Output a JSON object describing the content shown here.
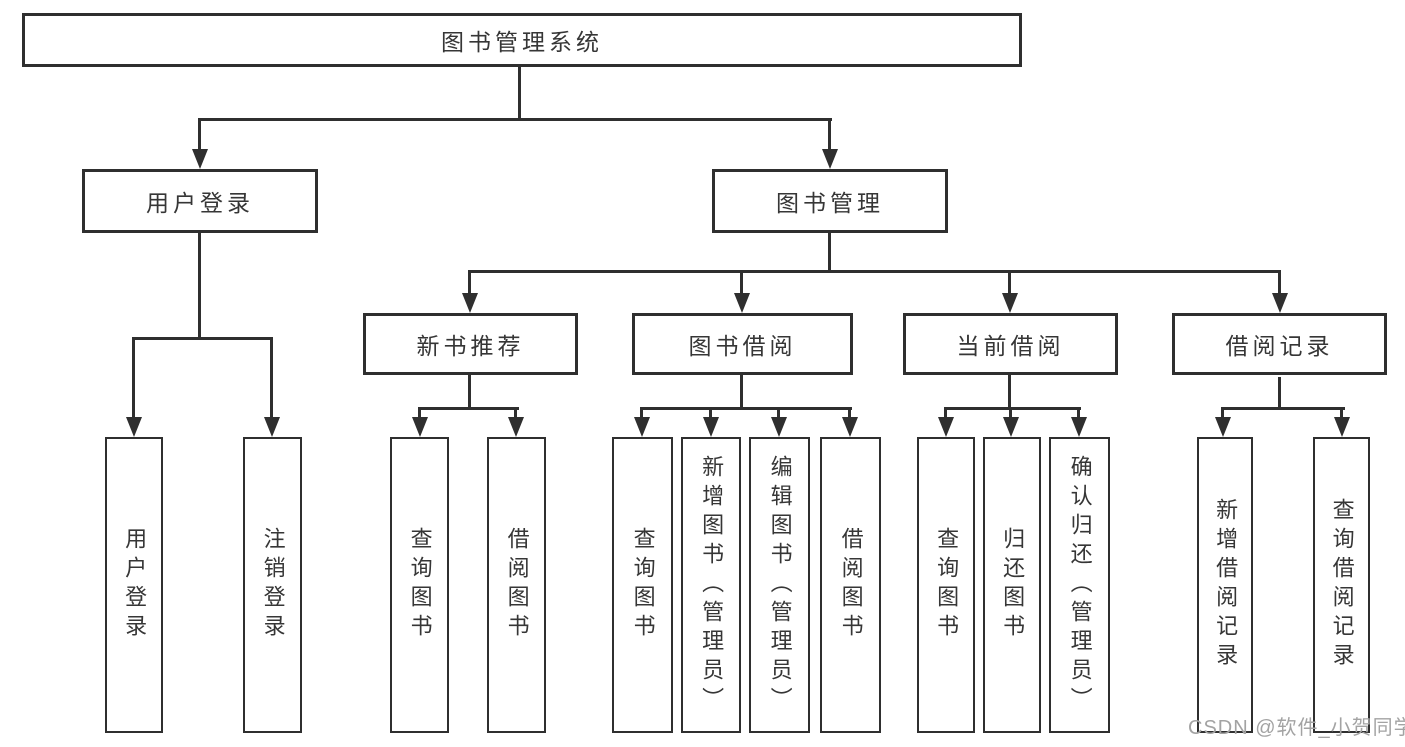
{
  "tree": {
    "root": "图书管理系统",
    "branches": [
      {
        "label": "用户登录",
        "children": [
          "用户登录",
          "注销登录"
        ]
      },
      {
        "label": "图书管理",
        "children": [
          {
            "label": "新书推荐",
            "children": [
              "查询图书",
              "借阅图书"
            ]
          },
          {
            "label": "图书借阅",
            "children": [
              "查询图书",
              "新增图书（管理员）",
              "编辑图书（管理员）",
              "借阅图书"
            ]
          },
          {
            "label": "当前借阅",
            "children": [
              "查询图书",
              "归还图书",
              "确认归还（管理员）"
            ]
          },
          {
            "label": "借阅记录",
            "children": [
              "新增借阅记录",
              "查询借阅记录"
            ]
          }
        ]
      }
    ]
  },
  "watermark": {
    "text": "CSDN @软件_小贺同学"
  },
  "colors": {
    "line": "#2f2f2f",
    "border": "#2f2f2f",
    "text": "#363636",
    "watermark": "#a3a3a3",
    "background": "#ffffff"
  }
}
